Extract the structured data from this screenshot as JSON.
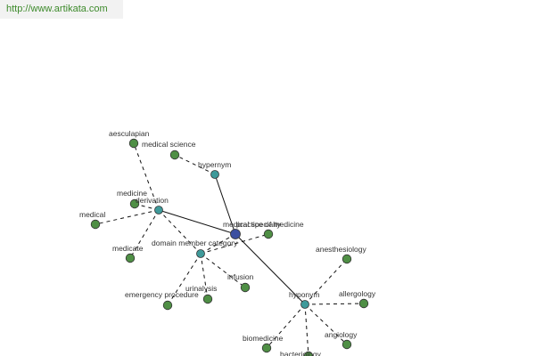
{
  "header": {
    "url": "http://www.artikata.com"
  },
  "colors": {
    "center": "#3c4fa0",
    "relation": "#3f9a9a",
    "word": "#4f8f45",
    "edge": "#111111"
  },
  "graph": {
    "nodes": [
      {
        "id": "center",
        "label": "medical specialty",
        "kind": "center"
      },
      {
        "id": "hypernym",
        "label": "hypernym",
        "kind": "relation"
      },
      {
        "id": "derivation",
        "label": "derivation",
        "kind": "relation"
      },
      {
        "id": "domain",
        "label": "domain member category",
        "kind": "relation"
      },
      {
        "id": "hyponym",
        "label": "hyponym",
        "kind": "relation"
      },
      {
        "id": "medical-science",
        "label": "medical science",
        "kind": "word"
      },
      {
        "id": "aesculapian",
        "label": "aesculapian",
        "kind": "word"
      },
      {
        "id": "medicine",
        "label": "medicine",
        "kind": "word"
      },
      {
        "id": "medical",
        "label": "medical",
        "kind": "word"
      },
      {
        "id": "medicate",
        "label": "medicate",
        "kind": "word"
      },
      {
        "id": "practice-of-medicine",
        "label": "practice of medicine",
        "kind": "word"
      },
      {
        "id": "infusion",
        "label": "infusion",
        "kind": "word"
      },
      {
        "id": "urinalysis",
        "label": "urinalysis",
        "kind": "word"
      },
      {
        "id": "emergency-procedure",
        "label": "emergency procedure",
        "kind": "word"
      },
      {
        "id": "anesthesiology",
        "label": "anesthesiology",
        "kind": "word"
      },
      {
        "id": "allergology",
        "label": "allergology",
        "kind": "word"
      },
      {
        "id": "angiology",
        "label": "angiology",
        "kind": "word"
      },
      {
        "id": "bacteriology",
        "label": "bacteriology",
        "kind": "word"
      },
      {
        "id": "biomedicine",
        "label": "biomedicine",
        "kind": "word"
      }
    ],
    "edges": [
      {
        "from": "center",
        "to": "hypernym",
        "style": "solid"
      },
      {
        "from": "center",
        "to": "derivation",
        "style": "solid"
      },
      {
        "from": "center",
        "to": "hyponym",
        "style": "solid"
      },
      {
        "from": "center",
        "to": "domain",
        "style": "dashed"
      },
      {
        "from": "hypernym",
        "to": "medical-science",
        "style": "dashed"
      },
      {
        "from": "derivation",
        "to": "aesculapian",
        "style": "dashed"
      },
      {
        "from": "derivation",
        "to": "medicine",
        "style": "dashed"
      },
      {
        "from": "derivation",
        "to": "medical",
        "style": "dashed"
      },
      {
        "from": "derivation",
        "to": "medicate",
        "style": "dashed"
      },
      {
        "from": "derivation",
        "to": "domain",
        "style": "dashed"
      },
      {
        "from": "domain",
        "to": "practice-of-medicine",
        "style": "dashed"
      },
      {
        "from": "domain",
        "to": "infusion",
        "style": "dashed"
      },
      {
        "from": "domain",
        "to": "urinalysis",
        "style": "dashed"
      },
      {
        "from": "domain",
        "to": "emergency-procedure",
        "style": "dashed"
      },
      {
        "from": "hyponym",
        "to": "anesthesiology",
        "style": "dashed"
      },
      {
        "from": "hyponym",
        "to": "allergology",
        "style": "dashed"
      },
      {
        "from": "hyponym",
        "to": "angiology",
        "style": "dashed"
      },
      {
        "from": "hyponym",
        "to": "bacteriology",
        "style": "dashed"
      },
      {
        "from": "hyponym",
        "to": "biomedicine",
        "style": "dashed"
      }
    ]
  }
}
